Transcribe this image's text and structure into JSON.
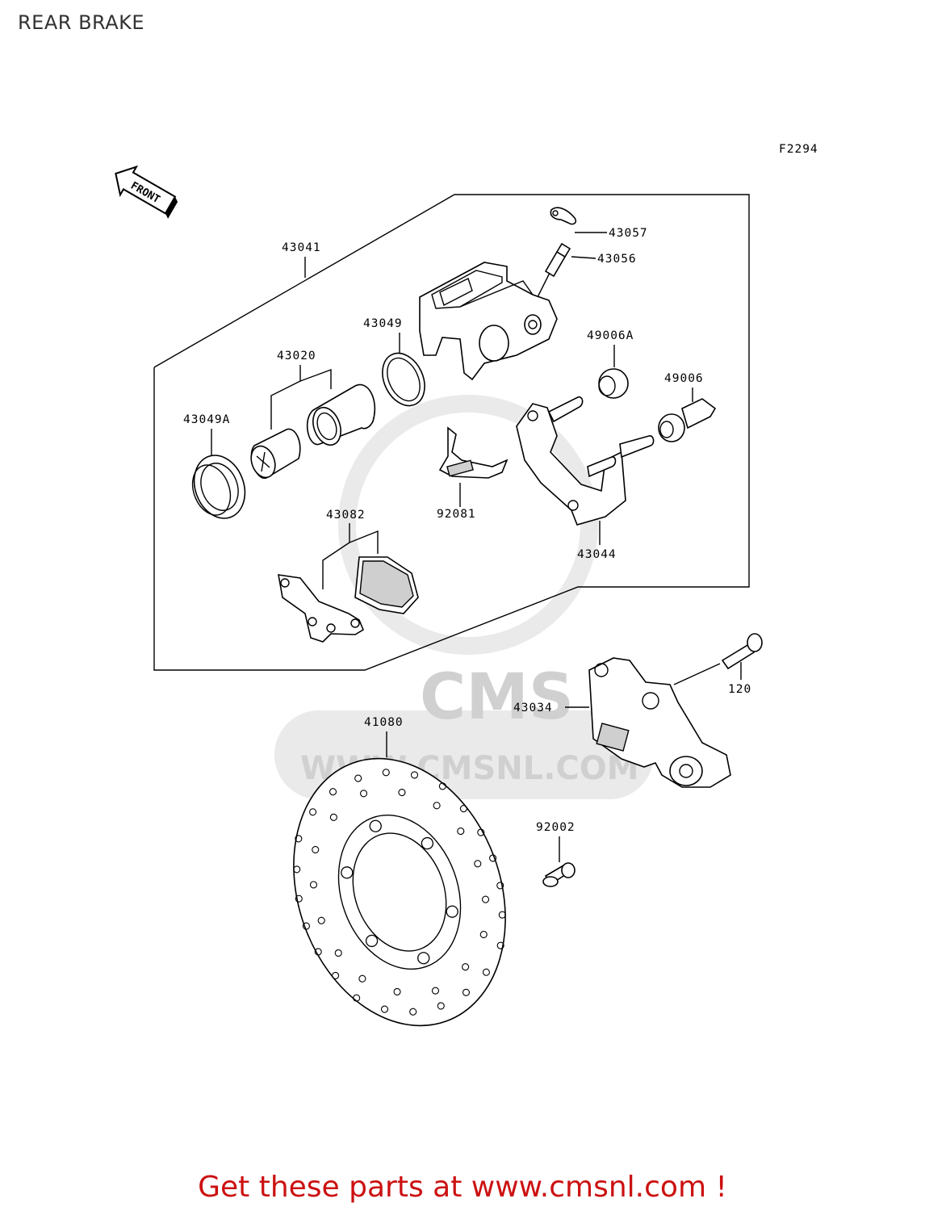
{
  "page": {
    "title": "REAR BRAKE",
    "figure_code": "F2294",
    "front_marker": "FRONT",
    "promo_text": "Get these parts at www.cmsnl.com !"
  },
  "watermark": {
    "logo_text": "CMS",
    "url_text": "WWW.CMSNL.COM"
  },
  "parts": {
    "caliper_assy": "43041",
    "bleed_cap": "43057",
    "bleed_valve": "43056",
    "piston_seal": "43049",
    "piston": "43020",
    "dust_seal": "43049A",
    "boot_a": "49006A",
    "boot": "49006",
    "pad_spring": "92081",
    "pads": "43082",
    "holder": "43044",
    "bracket": "43034",
    "bolt_120": "120",
    "disc": "41080",
    "disc_bolt": "92002"
  },
  "colors": {
    "promo": "#cc1111",
    "line": "#000000",
    "watermark": "#d0d0d0"
  }
}
